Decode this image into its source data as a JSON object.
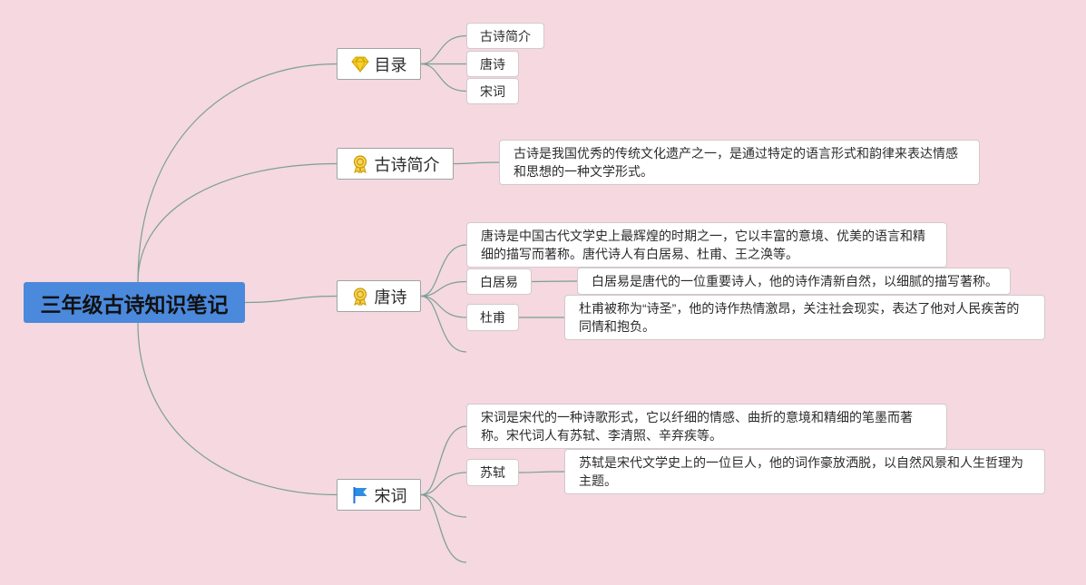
{
  "root": {
    "title": "三年级古诗知识笔记"
  },
  "topics": {
    "toc": {
      "label": "目录",
      "icon": "gem-icon",
      "items": [
        "古诗简介",
        "唐诗",
        "宋词"
      ]
    },
    "intro": {
      "label": "古诗简介",
      "icon": "award-icon",
      "text_lines": [
        "古诗是我国优秀的传统文化遗产之一，是通过特定的语言形式和韵律来表达情感",
        "和思想的一种文学形式。"
      ]
    },
    "tang": {
      "label": "唐诗",
      "icon": "award-icon",
      "summary_lines": [
        "唐诗是中国古代文学史上最辉煌的时期之一，它以丰富的意境、优美的语言和精",
        "细的描写而著称。唐代诗人有白居易、杜甫、王之涣等。"
      ],
      "poets": [
        {
          "name": "白居易",
          "desc_lines": [
            "白居易是唐代的一位重要诗人，他的诗作清新自然，以细腻的描写著称。"
          ]
        },
        {
          "name": "杜甫",
          "desc_lines": [
            "杜甫被称为“诗圣”，他的诗作热情激昂，关注社会现实，表达了他对人民疾苦的",
            "同情和抱负。"
          ]
        }
      ]
    },
    "song": {
      "label": "宋词",
      "icon": "flag-icon",
      "summary_lines": [
        "宋词是宋代的一种诗歌形式，它以纤细的情感、曲折的意境和精细的笔墨而著",
        "称。宋代词人有苏轼、李清照、辛弃疾等。"
      ],
      "poets": [
        {
          "name": "苏轼",
          "desc_lines": [
            "苏轼是宋代文学史上的一位巨人，他的词作豪放洒脱，以自然风景和人生哲理为",
            "主题。"
          ]
        }
      ]
    }
  },
  "colors": {
    "background": "#f5d8e0",
    "root_fill": "#4a89dc",
    "connector": "#7b9f95",
    "topic_border": "#9ea4a4",
    "gem": "#f7d22e",
    "award": "#f5cf4a",
    "flag": "#2f8de4"
  }
}
